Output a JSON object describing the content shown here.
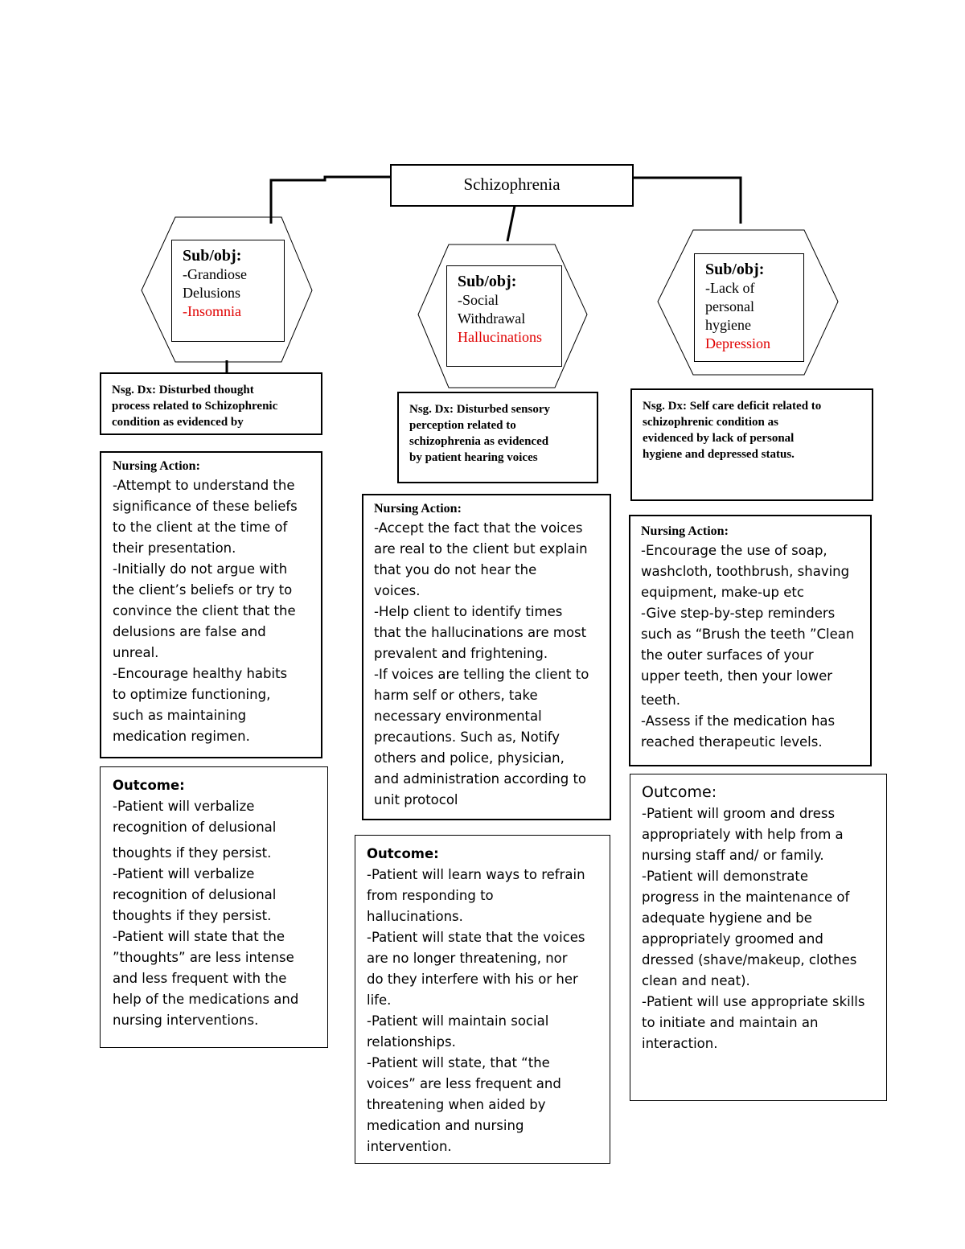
{
  "root": {
    "title": "Schizophrenia"
  },
  "branches": [
    {
      "sub_title": "Sub/obj:",
      "sub_items": [
        "-Grandiose",
        "Delusions"
      ],
      "sub_red": [
        "-Insomnia"
      ],
      "dx": [
        "Nsg. Dx: Disturbed thought",
        "process related to Schizophrenic",
        "condition as evidenced by"
      ],
      "action_title": "Nursing Action:",
      "action_lines": [
        "-Attempt to understand the",
        "significance of these beliefs",
        "to the client at the time of",
        "their presentation.",
        "-Initially do not argue with",
        "the client’s beliefs or try to",
        "convince the client that the",
        "delusions are false and",
        "unreal.",
        "-Encourage healthy habits",
        "to optimize functioning,",
        "such as maintaining",
        "medication regimen."
      ],
      "outcome_title": "Outcome:",
      "outcome_lines": [
        "-Patient will verbalize",
        "recognition of delusional",
        "thoughts if they persist.",
        "-Patient will verbalize",
        "recognition of delusional",
        "thoughts if they persist.",
        "-Patient will state that the",
        "”thoughts” are less intense",
        "and less frequent with the",
        "help of the medications and",
        "nursing interventions."
      ]
    },
    {
      "sub_title": "Sub/obj:",
      "sub_items": [
        "-Social",
        "Withdrawal"
      ],
      "sub_red": [
        "Hallucinations"
      ],
      "dx": [
        "Nsg. Dx: Disturbed sensory",
        "perception related to",
        "schizophrenia as evidenced",
        "by patient hearing voices"
      ],
      "action_title": "Nursing Action:",
      "action_lines": [
        "-Accept the fact that the voices",
        "are real to the client but explain",
        "that you do not hear the",
        "voices.",
        "-Help client to identify times",
        "that the hallucinations are most",
        "prevalent and frightening.",
        "-If voices are telling the client to",
        "harm self or others, take",
        "necessary environmental",
        "precautions. Such as, Notify",
        "others and police, physician,",
        "and administration according to",
        "unit protocol"
      ],
      "outcome_title": "Outcome:",
      "outcome_lines": [
        "-Patient will learn ways to refrain",
        "from responding to",
        "hallucinations.",
        "-Patient will state that the voices",
        "are no longer threatening, nor",
        "do they interfere with his or her",
        "life.",
        "-Patient will maintain social",
        "relationships.",
        "-Patient will state, that “the",
        "voices” are less frequent and",
        "threatening when aided by",
        "medication and nursing",
        "intervention."
      ]
    },
    {
      "sub_title": "Sub/obj:",
      "sub_items": [
        "-Lack of",
        "personal",
        "hygiene"
      ],
      "sub_red": [
        "Depression"
      ],
      "dx": [
        "Nsg. Dx: Self care deficit related to",
        "schizophrenic condition as",
        "evidenced by lack of personal",
        "hygiene and depressed status."
      ],
      "action_title": "Nursing Action:",
      "action_lines": [
        "-Encourage the use of soap,",
        "washcloth, toothbrush, shaving",
        "equipment, make-up etc",
        "-Give step-by-step reminders",
        "such as “Brush the teeth ”Clean",
        "the outer surfaces of your",
        "upper teeth, then your lower",
        "teeth.",
        "-Assess if the medication has",
        "reached therapeutic levels."
      ],
      "outcome_title": "Outcome:",
      "outcome_lines": [
        "-Patient will groom and dress",
        "appropriately with help from a",
        "nursing staff and/ or family.",
        "-Patient will demonstrate",
        "progress in the maintenance of",
        "adequate hygiene and be",
        "appropriately groomed and",
        "dressed (shave/makeup, clothes",
        "clean and neat).",
        "-Patient will use appropriate skills",
        "to initiate and maintain an",
        "interaction."
      ]
    }
  ]
}
